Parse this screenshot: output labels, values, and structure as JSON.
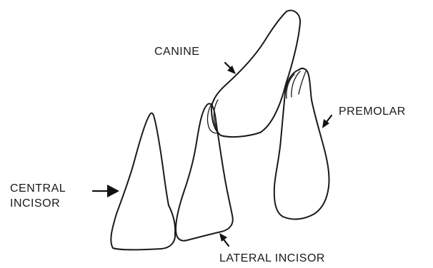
{
  "labels": {
    "canine": "CANINE",
    "premolar": "PREMOLAR",
    "central_line1": "CENTRAL",
    "central_line2": "INCISOR",
    "lateral": "LATERAL INCISOR"
  }
}
